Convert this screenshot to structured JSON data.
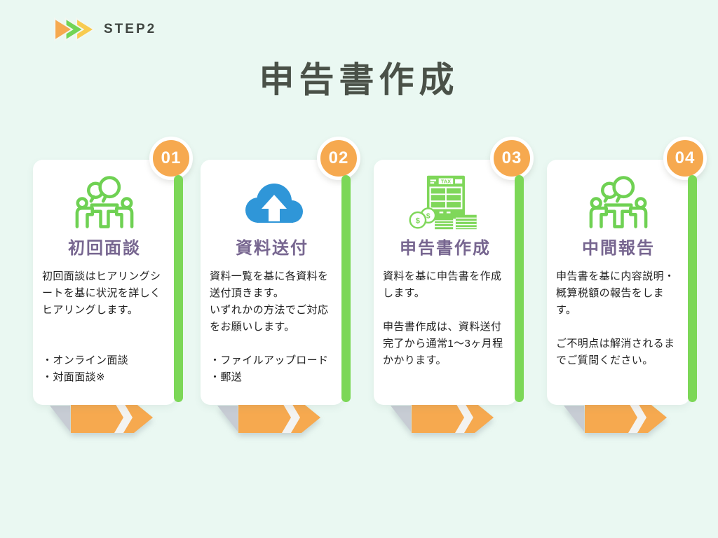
{
  "page": {
    "background": "#EAF8F2"
  },
  "logo": {
    "label": "STEP2",
    "icon": "triple-chevron-arrows-icon",
    "arrow_colors": [
      "#F6A94F",
      "#71D455",
      "#F8CB4F"
    ],
    "text_color": "#3F4540"
  },
  "title": {
    "text": "申告書作成",
    "color": "#4A5148"
  },
  "theme": {
    "card_bg": "#FFFFFF",
    "accent_green": "#7CD757",
    "accent_orange": "#F6A94F",
    "heading_purple": "#776690",
    "icon_green": "#6FD153",
    "cloud_blue": "#2F96D8",
    "fold_gray": "#C7CCD4",
    "chevron_cut_white": "#F3F3F1"
  },
  "steps": [
    {
      "number": "01",
      "heading": "初回面談",
      "icon": "meeting-people-icon",
      "body": "初回面談はヒアリングシ\nートを基に状況を詳しく\nヒアリングします。\n\n\n・オンライン面談\n・対面面談※"
    },
    {
      "number": "02",
      "heading": "資料送付",
      "icon": "cloud-upload-icon",
      "body": "資料一覧を基に各資料を\n送付頂きます。\nいずれかの方法でご対応\nをお願いします。\n\n・ファイルアップロード\n・郵送"
    },
    {
      "number": "03",
      "heading": "申告書作成",
      "icon": "tax-document-icon",
      "body": "資料を基に申告書を作成\nします。\n\n申告書作成は、資料送付\n完了から通常1〜3ヶ月程\nかかります。"
    },
    {
      "number": "04",
      "heading": "中間報告",
      "icon": "meeting-people-icon",
      "body": "申告書を基に内容説明・\n概算税額の報告をしま\nす。\n\nご不明点は解消されるま\nでご質問ください。"
    }
  ]
}
